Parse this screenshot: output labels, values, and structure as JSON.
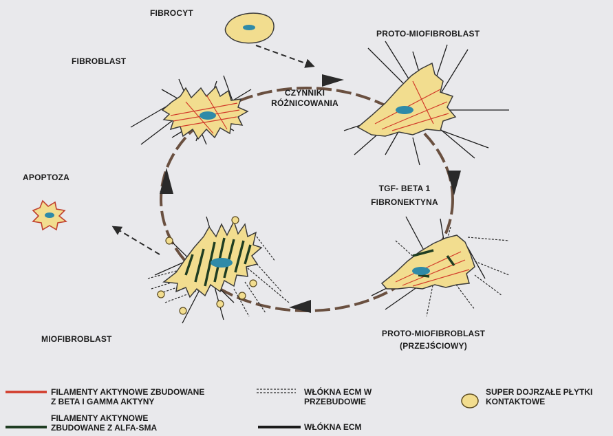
{
  "labels": {
    "fibrocyt": "FIBROCYT",
    "fibroblast": "FIBROBLAST",
    "proto_miofibroblast": "PROTO-MIOFIBROBLAST",
    "czynniki_line1": "CZYNNIKI",
    "czynniki_line2": "RÓŻNICOWANIA",
    "apoptoza": "APOPTOZA",
    "tgf_line1": "TGF- BETA 1",
    "tgf_line2": "FIBRONEKTYNA",
    "proto_przejsciowy_line1": "PROTO-MIOFIBROBLAST",
    "proto_przejsciowy_line2": "(PRZEJŚCIOWY)",
    "miofibroblast": "MIOFIBROBLAST"
  },
  "legend": {
    "red_filaments_line1": "FILAMENTY AKTYNOWE ZBUDOWANE",
    "red_filaments_line2": "Z BETA I GAMMA AKTYNY",
    "green_filaments_line1": "FILAMENTY AKTYNOWE",
    "green_filaments_line2": "ZBUDOWANE Z ALFA-SMA",
    "ecm_remodel_line1": "WŁÓKNA ECM W",
    "ecm_remodel_line2": "PRZEBUDOWIE",
    "ecm_fibers": "WŁÓKNA ECM",
    "platelets_line1": "SUPER DOJRZAŁE PŁYTKI",
    "platelets_line2": "KONTAKTOWE"
  },
  "colors": {
    "cell_fill": "#f2dd8f",
    "cell_outline": "#3a3a3a",
    "nucleus": "#2f8aa8",
    "actin_red": "#d23b2a",
    "actin_green": "#1f3d22",
    "cycle_dash": "#6a5040",
    "arrow": "#2a2a2a"
  }
}
